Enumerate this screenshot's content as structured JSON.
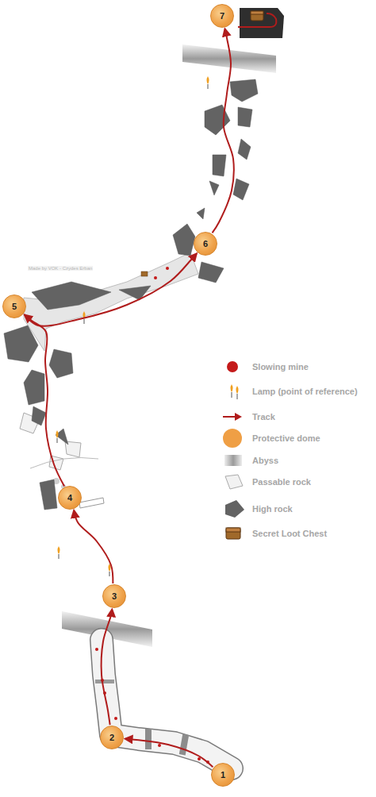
{
  "diagram": {
    "nodes": [
      {
        "text": [
          "1"
        ]
      },
      {
        "text": [
          "2"
        ]
      },
      {
        "text": [
          "3"
        ]
      },
      {
        "text": [
          "4"
        ]
      },
      {
        "text": [
          "5"
        ]
      },
      {
        "text": [
          "6"
        ]
      },
      {
        "text": [
          "7"
        ]
      }
    ],
    "edges": [
      {
        "from": 0,
        "to": 1,
        "arrow": "to"
      },
      {
        "from": 1,
        "to": 2,
        "arrow": "to"
      },
      {
        "from": 2,
        "to": 3,
        "arrow": "to"
      },
      {
        "from": 3,
        "to": 4,
        "arrow": "to"
      },
      {
        "from": 4,
        "to": 5,
        "arrow": "to"
      },
      {
        "from": 5,
        "to": 6,
        "arrow": "to"
      }
    ],
    "labels": [
      "Made by VOK - Czydes Erban"
    ],
    "legend": [
      {
        "text": "Slowing mine",
        "color": "#c41a1a"
      },
      {
        "text": "Lamp (point of reference)"
      },
      {
        "text": "Track"
      },
      {
        "text": "Protective dome",
        "color": "#ef9f45"
      },
      {
        "text": "Abyss"
      },
      {
        "text": "Passable rock"
      },
      {
        "text": "High rock"
      },
      {
        "text": "Secret Loot Chest"
      }
    ]
  }
}
